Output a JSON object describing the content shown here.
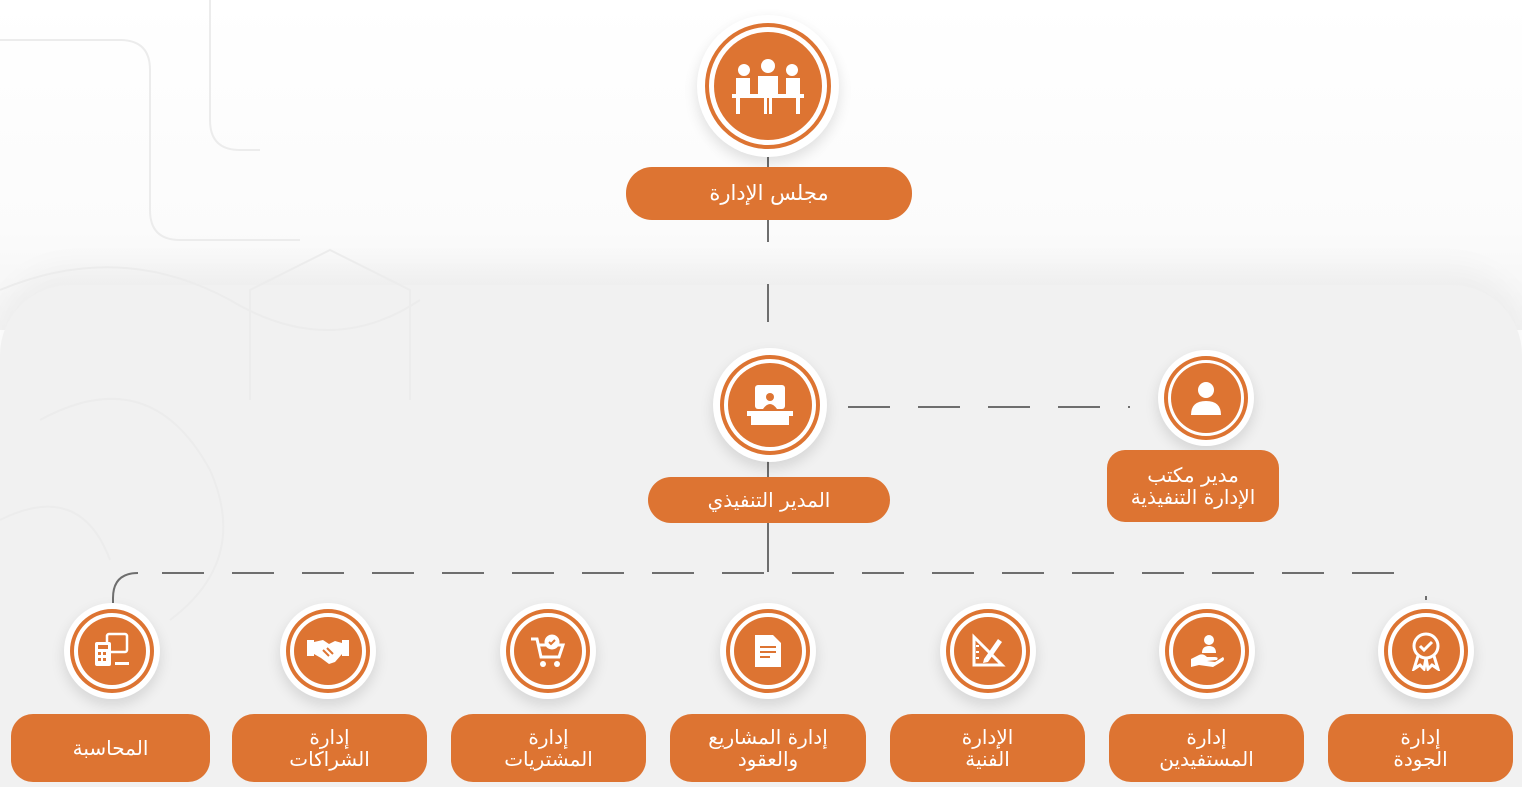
{
  "colors": {
    "accent": "#dd7432",
    "connector": "#6e6e6e",
    "background": "#f1f1f1"
  },
  "board": {
    "label": "مجلس الإدارة",
    "icon": "board-meeting-icon"
  },
  "ceo": {
    "label": "المدير التنفيذي",
    "icon": "executive-desk-icon"
  },
  "office_manager": {
    "label_line1": "مدير مكتب",
    "label_line2": "الإدارة التنفيذية",
    "icon": "person-icon"
  },
  "departments": [
    {
      "line1": "إدارة",
      "line2": "الجودة",
      "icon": "quality-badge-icon"
    },
    {
      "line1": "إدارة",
      "line2": "المستفيدين",
      "icon": "beneficiary-hand-icon"
    },
    {
      "line1": "الإدارة",
      "line2": "الفنية",
      "icon": "technical-ruler-pen-icon"
    },
    {
      "line1": "إدارة المشاريع",
      "line2": "والعقود",
      "icon": "contract-document-icon"
    },
    {
      "line1": "إدارة",
      "line2": "المشتريات",
      "icon": "shopping-cart-icon"
    },
    {
      "line1": "إدارة",
      "line2": "الشراكات",
      "icon": "handshake-icon"
    },
    {
      "line1": "المحاسبة",
      "line2": "",
      "icon": "accounting-calculator-icon"
    }
  ]
}
